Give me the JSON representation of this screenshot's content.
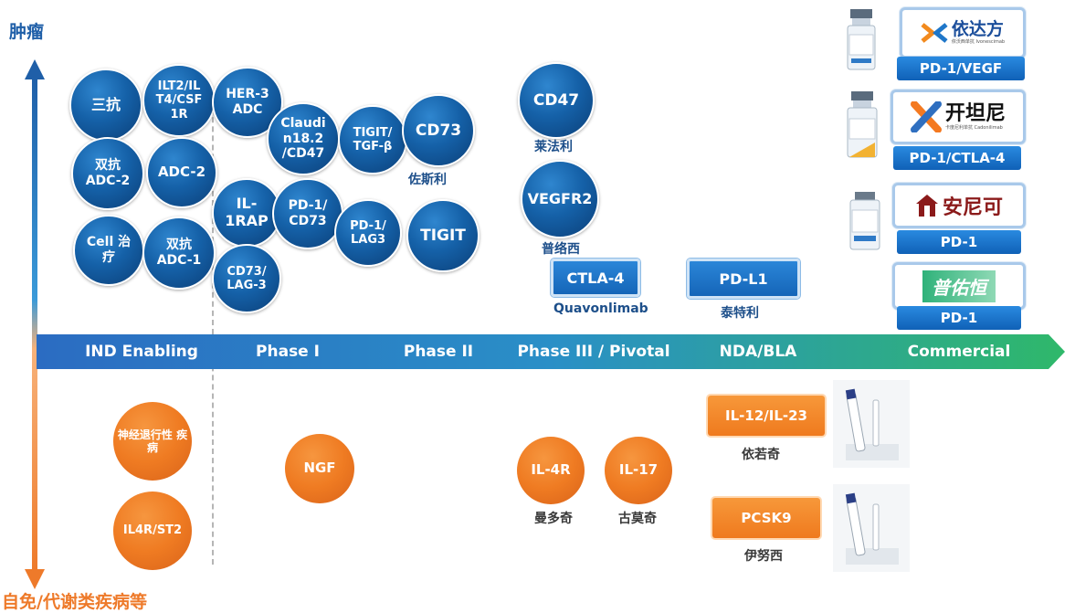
{
  "axis": {
    "top_label": "肿瘤",
    "bottom_label": "自免/代谢类疾病等"
  },
  "phases": [
    "IND Enabling",
    "Phase I",
    "Phase II",
    "Phase III / Pivotal",
    "NDA/BLA",
    "Commercial"
  ],
  "tumor": {
    "ind": [
      "三抗",
      "ILT2/IL T4/CSF 1R",
      "双抗 ADC-2",
      "ADC-2",
      "Cell 治 疗",
      "双抗 ADC-1"
    ],
    "phase1": [
      "HER-3 ADC",
      "Claudi n18.2 /CD47",
      "TIGIT/ TGF-β",
      "CD73",
      "IL- 1RAP",
      "PD-1/ CD73",
      "PD-1/ LAG3",
      "TIGIT",
      "CD73/ LAG-3"
    ],
    "phase1_caption": "佐斯利",
    "phase3": {
      "cd47": "CD47",
      "cd47_caption": "莱法利",
      "vegfr2": "VEGFR2",
      "vegfr2_caption": "普络西",
      "ctla4": "CTLA-4",
      "ctla4_caption": "Quavonlimab"
    },
    "nda": {
      "pdl1": "PD-L1",
      "pdl1_caption": "泰特利"
    },
    "commercial": [
      {
        "brand": "依达方",
        "sub": "依沃西单抗 Ivonescimab",
        "tag": "PD-1/VEGF",
        "logo_color": "#1b4e9b",
        "mark_colors": [
          "#f28a1e",
          "#1f77c9"
        ]
      },
      {
        "brand": "开坦尼",
        "sub": "卡度尼利单抗 Cadonilimab",
        "tag": "PD-1/CTLA-4",
        "logo_color": "#111111",
        "mark_colors": [
          "#f47920",
          "#2f6fc0"
        ]
      },
      {
        "brand": "安尼可",
        "tag": "PD-1",
        "logo_color": "#8b1a1a"
      },
      {
        "brand": "普佑恒",
        "tag": "PD-1",
        "logo_color": "#28a46b"
      }
    ]
  },
  "immune": {
    "ind": [
      "神经退行性 疾病",
      "IL4R/ST2"
    ],
    "phase1": [
      "NGF"
    ],
    "phase3": [
      {
        "name": "IL-4R",
        "caption": "曼多奇"
      },
      {
        "name": "IL-17",
        "caption": "古莫奇"
      }
    ],
    "nda": [
      {
        "name": "IL-12/IL-23",
        "caption": "依若奇"
      },
      {
        "name": "PCSK9",
        "caption": "伊努西"
      }
    ]
  },
  "colors": {
    "blue": "#1561a8",
    "orange": "#ef7b22",
    "bar_start": "#2b6cc2",
    "bar_end": "#2fb86a"
  }
}
